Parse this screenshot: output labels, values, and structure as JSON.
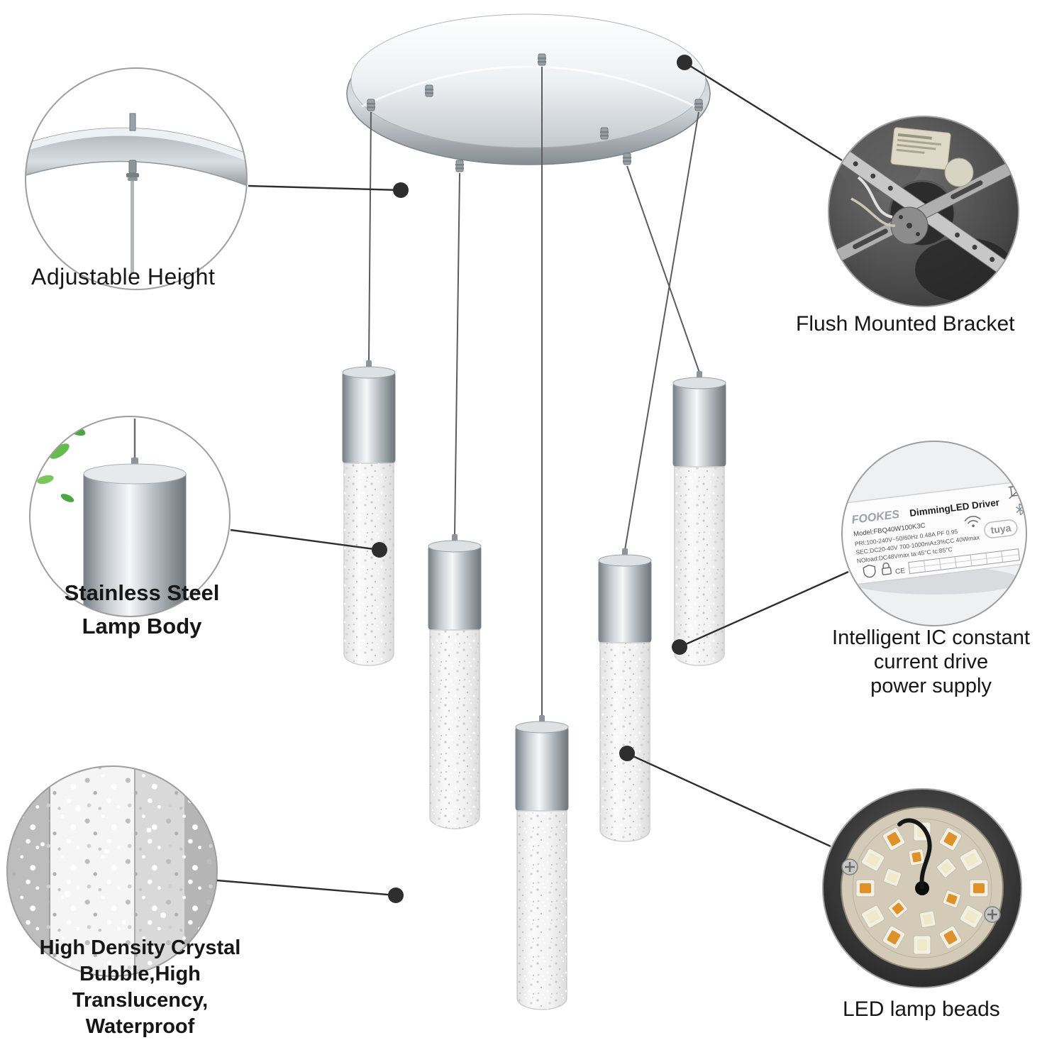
{
  "labels": {
    "adjustable_height": "Adjustable Height",
    "stainless_line1": "Stainless Steel",
    "stainless_line2": "Lamp Body",
    "crystal_line1": "High Density Crystal",
    "crystal_line2": "Bubble,High",
    "crystal_line3": "Translucency,",
    "crystal_line4": "Waterproof",
    "flush_bracket": "Flush Mounted Bracket",
    "driver_line1": "Intelligent IC constant",
    "driver_line2": "current drive",
    "driver_line3": "power supply",
    "led_beads": "LED lamp beads"
  },
  "driver_box": {
    "brand": "FOOKES",
    "title": "DimmingLED Driver",
    "model": "Model:FBQ40W100K3C",
    "spec1": "PRI:100-240V~50/60Hz 0.48A PF 0.95",
    "spec2": "SEC:DC20-40V 700-1000mA±3%CC 40Wmax",
    "spec3": "NOload:DC48Vmax ta:45°C tc:85°C",
    "logo": "tuya",
    "ce_mark": "CE"
  },
  "colors": {
    "chrome_light": "#f6f8f9",
    "chrome_dark": "#767d84",
    "leaf_green": "#5fb651",
    "led_orange": "#de9029",
    "led_cream": "#f0e8c6",
    "callout_line": "#2e2e2e"
  }
}
